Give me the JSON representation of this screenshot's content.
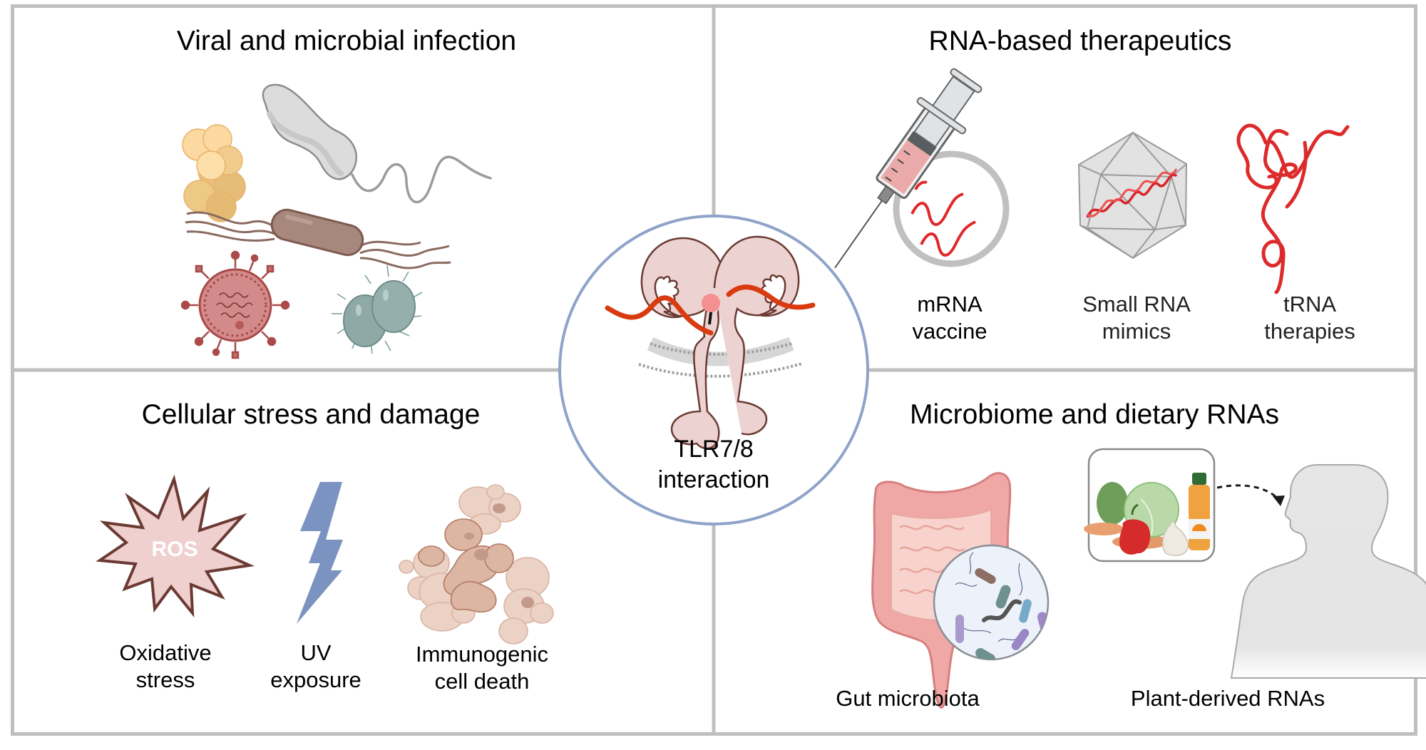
{
  "figure": {
    "center": {
      "title_line1": "TLR7/8",
      "title_line2": "interaction",
      "icon": "tlr-receptor-dimer-with-rna"
    },
    "panels": [
      {
        "id": "viral",
        "title": "Viral and microbial infection",
        "items": [
          {
            "icon": "staphylococcus-cluster-icon"
          },
          {
            "icon": "flagellated-bacterium-icon"
          },
          {
            "icon": "rod-bacterium-icon"
          },
          {
            "icon": "virus-icon"
          },
          {
            "icon": "diplococcus-icon"
          }
        ]
      },
      {
        "id": "therapeutics",
        "title": "RNA-based therapeutics",
        "items": [
          {
            "icon": "syringe-lnp-icon",
            "line1": "mRNA",
            "line2": "vaccine"
          },
          {
            "icon": "icosahedron-rna-icon",
            "line1": "Small RNA",
            "line2": "mimics"
          },
          {
            "icon": "trna-strand-icon",
            "line1": "tRNA",
            "line2": "therapies"
          }
        ]
      },
      {
        "id": "stress",
        "title": "Cellular stress and damage",
        "items": [
          {
            "icon": "ros-burst-icon",
            "badge": "ROS",
            "line1": "Oxidative",
            "line2": "stress"
          },
          {
            "icon": "lightning-bolt-icon",
            "line1": "UV",
            "line2": "exposure"
          },
          {
            "icon": "dying-cells-icon",
            "line1": "Immunogenic",
            "line2": "cell death"
          }
        ]
      },
      {
        "id": "microbiome",
        "title": "Microbiome and dietary RNAs",
        "items": [
          {
            "icon": "intestine-microbiota-icon",
            "line1": "Gut microbiota"
          },
          {
            "icon": "food-to-human-icon",
            "line1": "Plant-derived RNAs"
          }
        ]
      }
    ],
    "colors": {
      "border": "#bfbfbf",
      "circle": "#8fa3c9",
      "rna": "#d93a10",
      "receptor_fill": "#ecd3d1",
      "receptor_stroke": "#6b3a33"
    }
  }
}
